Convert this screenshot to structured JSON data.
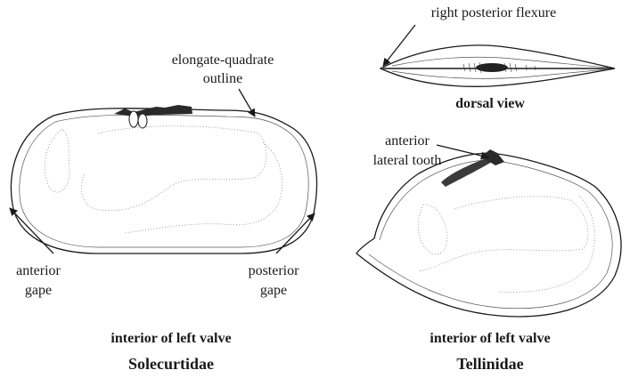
{
  "figure": {
    "solecurtidae": {
      "callouts": {
        "outline_line1": "elongate-quadrate",
        "outline_line2": "outline",
        "anterior_gape_line1": "anterior",
        "anterior_gape_line2": "gape",
        "posterior_gape_line1": "posterior",
        "posterior_gape_line2": "gape"
      },
      "caption": "interior of left valve",
      "family": "Solecurtidae"
    },
    "tellinidae": {
      "callouts": {
        "flexure": "right posterior flexure",
        "tooth_line1": "anterior",
        "tooth_line2": "lateral tooth"
      },
      "dorsal_caption": "dorsal view",
      "caption": "interior of left valve",
      "family": "Tellinidae"
    }
  },
  "colors": {
    "ink": "#1a1a1a",
    "background": "#ffffff"
  }
}
